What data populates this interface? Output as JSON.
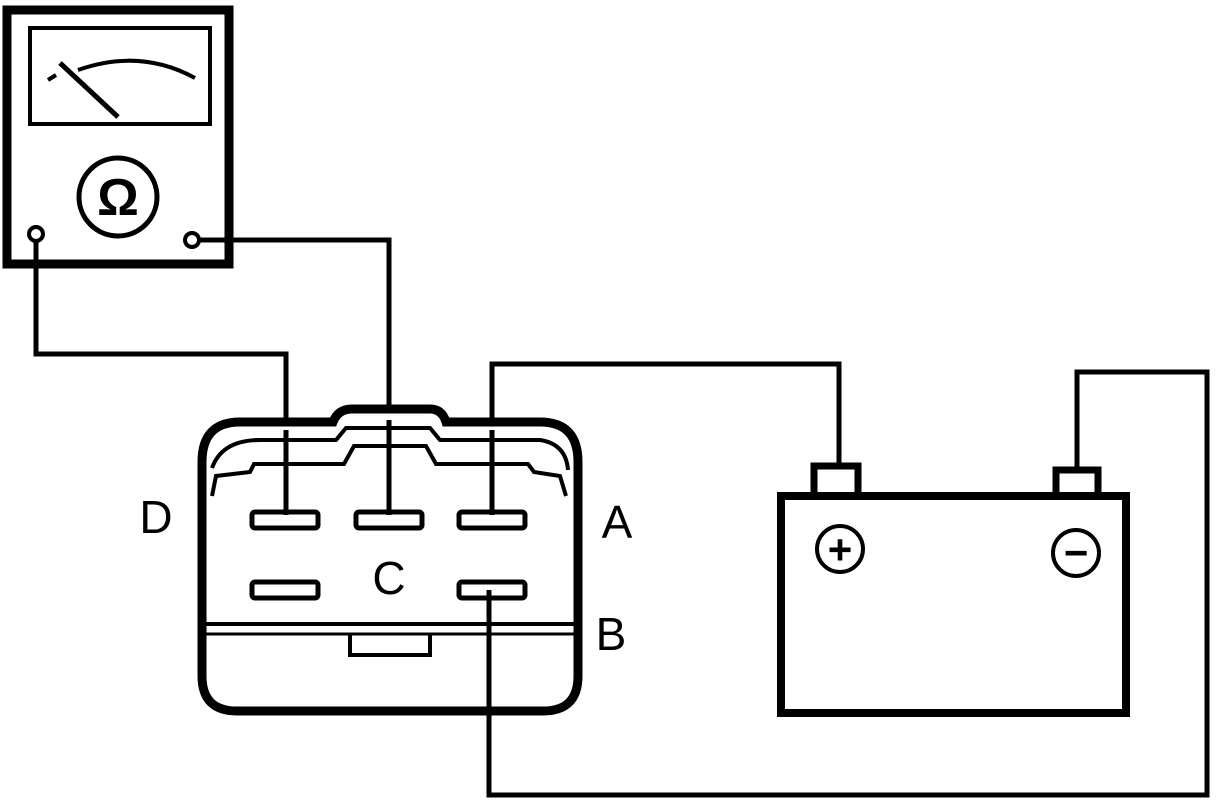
{
  "meter": {
    "symbol": "Ω"
  },
  "connector": {
    "labels": {
      "a": "A",
      "b": "B",
      "c": "C",
      "d": "D"
    }
  },
  "battery": {
    "positive_symbol": "+",
    "negative_symbol": "−"
  },
  "colors": {
    "ink": "#000000",
    "paper": "#ffffff"
  }
}
